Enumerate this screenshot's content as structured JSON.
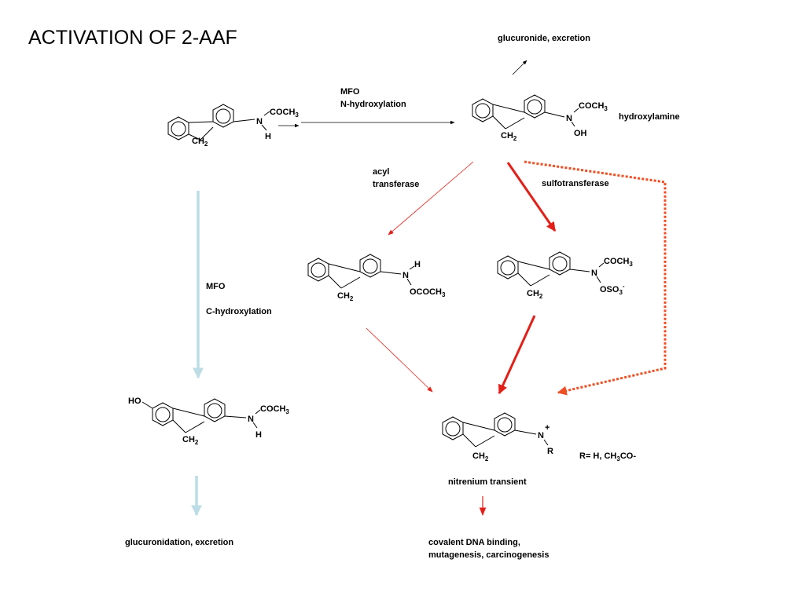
{
  "title": "ACTIVATION OF 2-AAF",
  "labels": {
    "glucuronide_excretion": "glucuronide, excretion",
    "mfo_top": "MFO",
    "n_hydroxylation": "N-hydroxylation",
    "hydroxylamine": "hydroxylamine",
    "acyl": "acyl",
    "transferase": "transferase",
    "sulfotransferase": "sulfotransferase",
    "mfo_left": "MFO",
    "c_hydroxylation": "C-hydroxylation",
    "nitrenium_transient": "nitrenium transient",
    "r_definition": "R= H, CH",
    "r_definition_sub": "3",
    "r_definition_tail": "CO-",
    "glucuronidation_excretion": "glucuronidation, excretion",
    "dna_line1": "covalent DNA binding,",
    "dna_line2": "mutagenesis, carcinogenesis"
  },
  "molecules": {
    "aaf": {
      "n": "N",
      "substituent": "COCH",
      "substituent_sub": "3",
      "h": "H",
      "ch2": "CH",
      "ch2_sub": "2"
    },
    "hydroxylamine": {
      "n": "N",
      "substituent": "COCH",
      "substituent_sub": "3",
      "oh": "OH",
      "ch2": "CH",
      "ch2_sub": "2"
    },
    "acetoxy": {
      "n": "N",
      "h": "H",
      "substituent": "OCOCH",
      "substituent_sub": "3",
      "ch2": "CH",
      "ch2_sub": "2"
    },
    "sulfate": {
      "n": "N",
      "substituent": "COCH",
      "substituent_sub": "3",
      "oso": "OSO",
      "oso_sub": "3",
      "oso_sup": "-",
      "ch2": "CH",
      "ch2_sub": "2"
    },
    "hydroxy_aaf": {
      "ho": "HO",
      "n": "N",
      "substituent": "COCH",
      "substituent_sub": "3",
      "h": "H",
      "ch2": "CH",
      "ch2_sub": "2"
    },
    "nitrenium": {
      "n": "N",
      "plus": "+",
      "r": "R",
      "ch2": "CH",
      "ch2_sub": "2"
    }
  },
  "colors": {
    "black_arrow": "#000000",
    "red_arrow": "#e41e16",
    "orange_dotted": "#f04e23",
    "blue_arrow": "#bcdde6"
  }
}
